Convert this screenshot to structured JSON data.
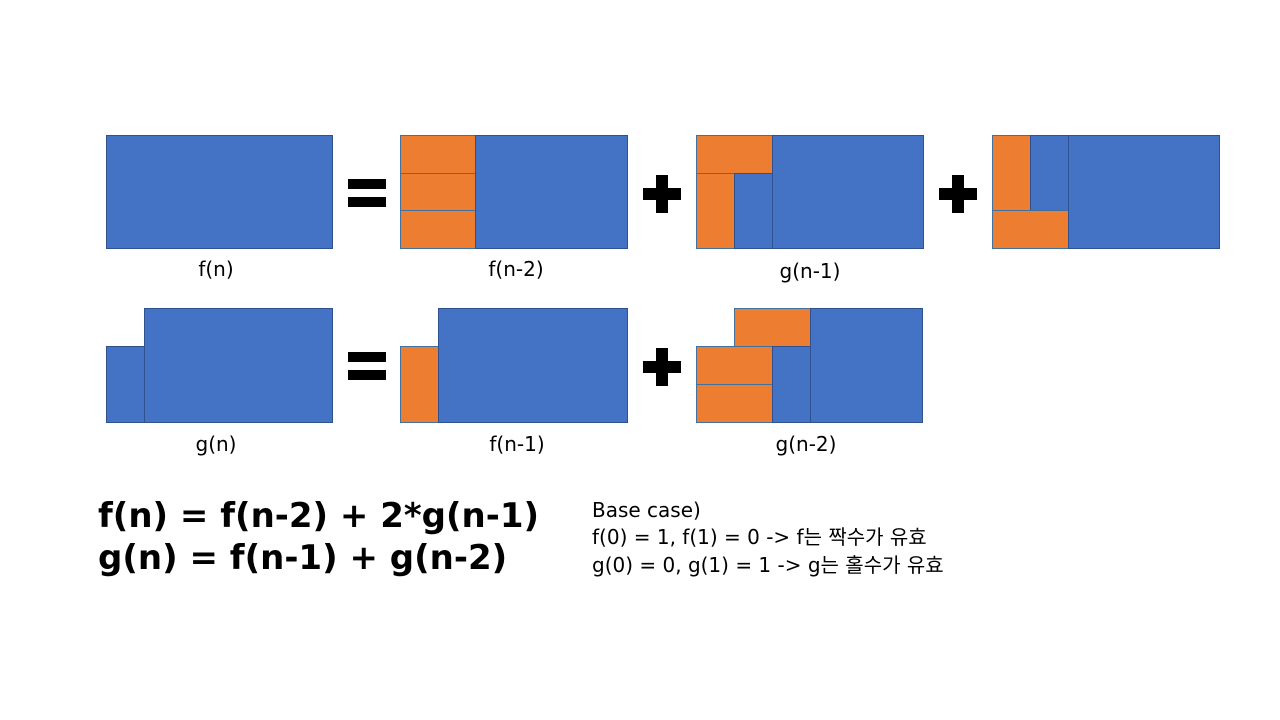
{
  "labels": {
    "fn": "f(n)",
    "fn2_top": "f(n-2)",
    "gn1": "g(n-1)",
    "gn": "g(n)",
    "fn1": "f(n-1)",
    "gn2": "g(n-2)"
  },
  "formulas": {
    "f": "f(n) = f(n-2) + 2*g(n-1)",
    "g": "g(n) = f(n-1) + g(n-2)"
  },
  "base_case": {
    "title": "Base case)",
    "f_line": "f(0) = 1, f(1) = 0 -> f는 짝수가 유효",
    "g_line": "g(0) = 0, g(1) = 1 -> g는 홀수가 유효"
  },
  "colors": {
    "blue": "#4472c4",
    "orange": "#ed7d31"
  },
  "icons": [
    "equals-icon",
    "plus-icon"
  ]
}
